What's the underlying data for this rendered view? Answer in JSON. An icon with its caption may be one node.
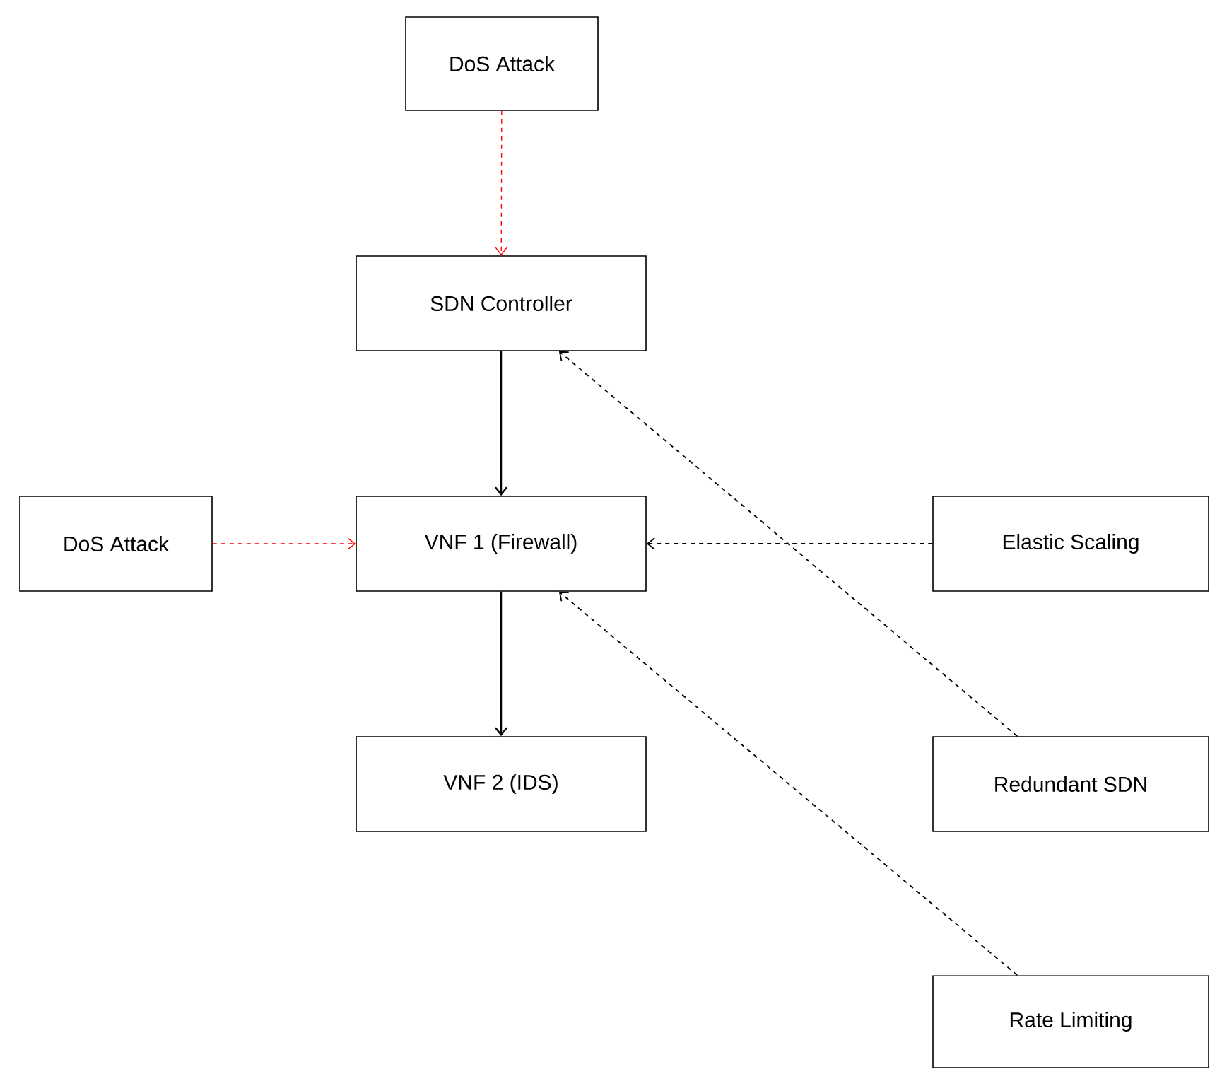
{
  "diagram": {
    "nodes": [
      {
        "text": [
          "DoS Attack"
        ]
      },
      {
        "text": [
          "SDN Controller"
        ]
      },
      {
        "text": [
          "DoS Attack"
        ]
      },
      {
        "text": [
          "VNF 1 (Firewall)"
        ]
      },
      {
        "text": [
          "Elastic Scaling"
        ]
      },
      {
        "text": [
          "VNF 2 (IDS)"
        ]
      },
      {
        "text": [
          "Redundant SDN"
        ]
      },
      {
        "text": [
          "Rate Limiting"
        ]
      }
    ],
    "edges": [
      {
        "from": 0,
        "to": 1,
        "arrow": "to",
        "style": "dashed",
        "color": "#ff0000"
      },
      {
        "from": 1,
        "to": 3,
        "arrow": "to"
      },
      {
        "from": 2,
        "to": 3,
        "arrow": "to",
        "style": "dashed",
        "color": "#ff0000"
      },
      {
        "from": 3,
        "to": 5,
        "arrow": "to"
      },
      {
        "from": 4,
        "to": 3,
        "arrow": "to",
        "style": "dashed"
      },
      {
        "from": 6,
        "to": 1,
        "arrow": "to",
        "style": "dashed"
      },
      {
        "from": 7,
        "to": 3,
        "arrow": "to",
        "style": "dashed"
      }
    ]
  }
}
